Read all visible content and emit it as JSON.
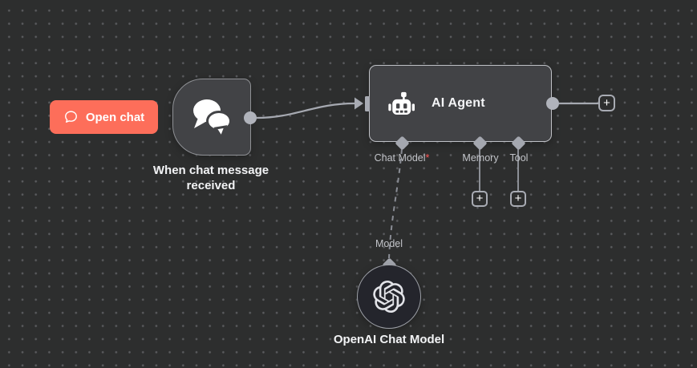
{
  "colors": {
    "accent": "#fd6e5a",
    "canvas_bg": "#2d2e2e",
    "node_bg": "#424346",
    "openai_node_bg": "#24252c",
    "connector_gray": "#a6a9b1",
    "port_label_gray": "#c2c4c9",
    "required_red": "#ff5555"
  },
  "chat_button": {
    "label": "Open chat",
    "icon": "chat-bubble-outline-icon"
  },
  "trigger_node": {
    "label": "When chat message received",
    "icon": "chat-bubbles-icon"
  },
  "agent_node": {
    "title": "AI Agent",
    "icon": "robot-icon",
    "ports": {
      "chat_model": {
        "label": "Chat Model",
        "required_mark": "*"
      },
      "memory": {
        "label": "Memory"
      },
      "tool": {
        "label": "Tool"
      }
    }
  },
  "openai_node": {
    "label": "OpenAI Chat Model",
    "icon": "openai-icon",
    "port_model": {
      "label": "Model"
    }
  },
  "plus_button_glyph": "+"
}
